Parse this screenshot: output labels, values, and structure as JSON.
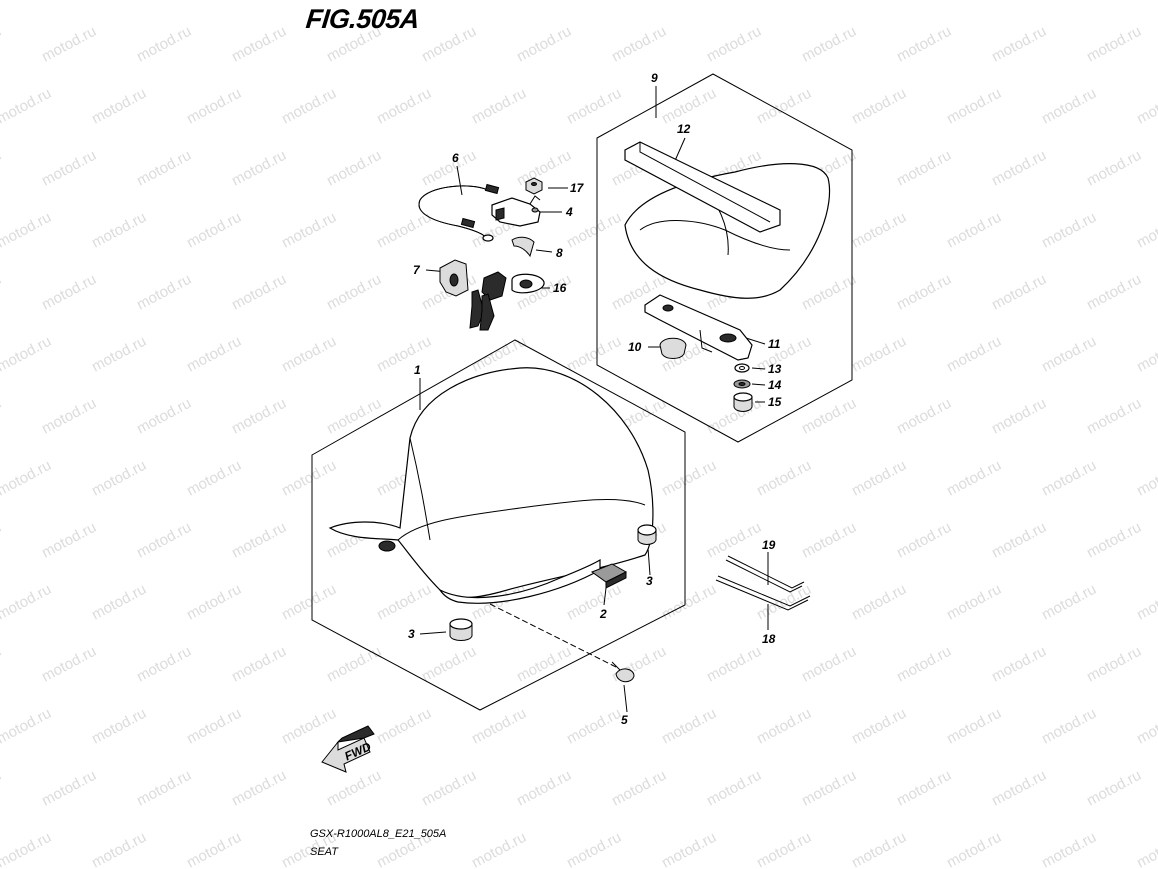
{
  "figure": {
    "title": "FIG.505A",
    "model_code": "GSX-R1000AL8_E21_505A",
    "name": "SEAT"
  },
  "watermark": "motod.ru",
  "fwd_label": "FWD",
  "callouts": [
    {
      "id": "1",
      "label": "1"
    },
    {
      "id": "2",
      "label": "2"
    },
    {
      "id": "3a",
      "label": "3"
    },
    {
      "id": "3b",
      "label": "3"
    },
    {
      "id": "4",
      "label": "4"
    },
    {
      "id": "5",
      "label": "5"
    },
    {
      "id": "6",
      "label": "6"
    },
    {
      "id": "7",
      "label": "7"
    },
    {
      "id": "8",
      "label": "8"
    },
    {
      "id": "9",
      "label": "9"
    },
    {
      "id": "10",
      "label": "10"
    },
    {
      "id": "11",
      "label": "11"
    },
    {
      "id": "12",
      "label": "12"
    },
    {
      "id": "13",
      "label": "13"
    },
    {
      "id": "14",
      "label": "14"
    },
    {
      "id": "15",
      "label": "15"
    },
    {
      "id": "16",
      "label": "16"
    },
    {
      "id": "17",
      "label": "17"
    },
    {
      "id": "18",
      "label": "18"
    },
    {
      "id": "19",
      "label": "19"
    }
  ]
}
